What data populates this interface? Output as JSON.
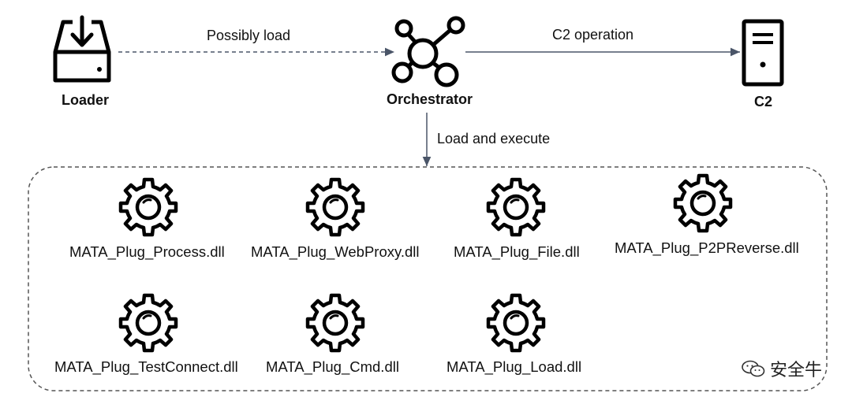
{
  "nodes": {
    "loader": {
      "label": "Loader",
      "icon": "download-tray-icon"
    },
    "orchestrator": {
      "label": "Orchestrator",
      "icon": "hub-network-icon"
    },
    "c2": {
      "label": "C2",
      "icon": "server-icon"
    }
  },
  "edges": {
    "loader_to_orchestrator": {
      "label": "Possibly load",
      "style": "dashed"
    },
    "orchestrator_to_c2": {
      "label": "C2 operation",
      "style": "solid"
    },
    "orchestrator_to_plugins": {
      "label": "Load and execute",
      "style": "solid"
    }
  },
  "plugins": [
    "MATA_Plug_Process.dll",
    "MATA_Plug_WebProxy.dll",
    "MATA_Plug_File.dll",
    "MATA_Plug_P2PReverse.dll",
    "MATA_Plug_TestConnect.dll",
    "MATA_Plug_Cmd.dll",
    "MATA_Plug_Load.dll"
  ],
  "plugin_icon": "gear-icon",
  "watermark": {
    "text": "安全牛",
    "icon": "wechat-icon"
  },
  "colors": {
    "edge": "#4a5568",
    "stroke": "#000000",
    "container_border": "#555555"
  }
}
